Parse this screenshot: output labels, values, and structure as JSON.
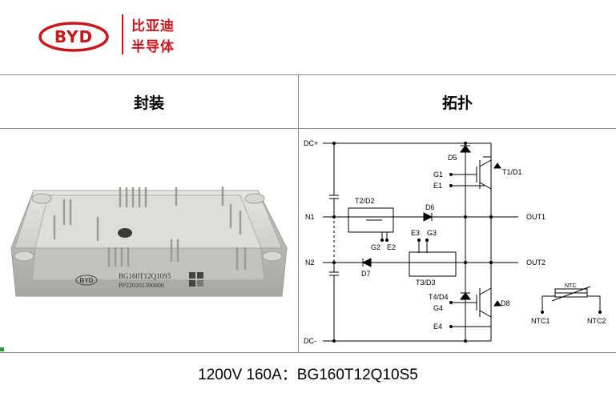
{
  "header": {
    "logo_text": "BYD",
    "brand_line1": "比亚迪",
    "brand_line2": "半导体",
    "brand_color": "#c8161d"
  },
  "table": {
    "col_package": "封装",
    "col_topology": "拓扑"
  },
  "module": {
    "brand": "BYD",
    "part_marking": "BG160T12Q10S5",
    "serial": "PP220201390006"
  },
  "topology": {
    "labels": {
      "dc_plus": "DC+",
      "dc_minus": "DC-",
      "n1": "N1",
      "n2": "N2",
      "out1": "OUT1",
      "out2": "OUT2",
      "d5": "D5",
      "d6": "D6",
      "d7": "D7",
      "d8": "D8",
      "t1d1": "T1/D1",
      "t2d2": "T2/D2",
      "t3d3": "T3/D3",
      "t4d4": "T4/D4",
      "g1": "G1",
      "e1": "E1",
      "g2": "G2",
      "e2": "E2",
      "e3": "E3",
      "g3": "G3",
      "g4": "G4",
      "e4": "E4",
      "ntc": "NTC",
      "ntc1": "NTC1",
      "ntc2": "NTC2"
    }
  },
  "footer": {
    "spec": "1200V 160A：BG160T12Q10S5"
  }
}
